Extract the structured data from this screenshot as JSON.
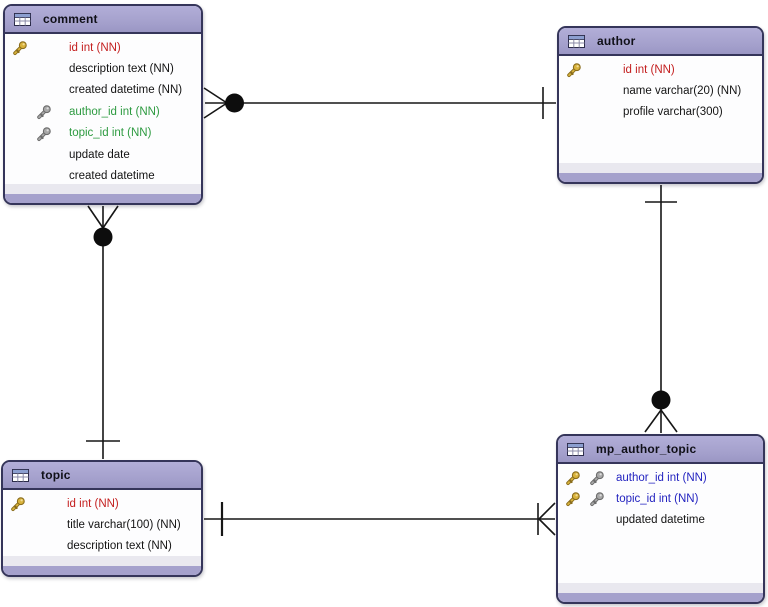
{
  "colors": {
    "header_fill": "#a3a0cb",
    "table_border": "#35355a",
    "footer_gray": "#e9e8ef",
    "footer_purple": "#a5a1cc",
    "connector_line": "#161616",
    "roles": {
      "pk": "#c42020",
      "fk": "#2e9b41",
      "pk_fk": "#2424c0",
      "normal": "#141414"
    },
    "key_gold": "#d9b33c",
    "key_gray": "#a8a8a8"
  },
  "tables": [
    {
      "id": "comment",
      "title": "comment",
      "fields": [
        {
          "label": "id int (NN)",
          "role": "pk",
          "icons": [
            {
              "color": "gold",
              "slot": 0
            }
          ]
        },
        {
          "label": "description text (NN)",
          "role": "normal",
          "icons": []
        },
        {
          "label": "created datetime (NN)",
          "role": "normal",
          "icons": []
        },
        {
          "label": "author_id int (NN)",
          "role": "fk",
          "icons": [
            {
              "color": "gray",
              "slot": 1
            }
          ]
        },
        {
          "label": "topic_id int (NN)",
          "role": "fk",
          "icons": [
            {
              "color": "gray",
              "slot": 1
            }
          ]
        },
        {
          "label": "update date",
          "role": "normal",
          "icons": []
        },
        {
          "label": "created datetime",
          "role": "normal",
          "icons": []
        }
      ]
    },
    {
      "id": "author",
      "title": "author",
      "fields": [
        {
          "label": "id int (NN)",
          "role": "pk",
          "icons": [
            {
              "color": "gold",
              "slot": 0
            }
          ]
        },
        {
          "label": "name varchar(20) (NN)",
          "role": "normal",
          "icons": []
        },
        {
          "label": "profile varchar(300)",
          "role": "normal",
          "icons": []
        }
      ]
    },
    {
      "id": "topic",
      "title": "topic",
      "fields": [
        {
          "label": "id int (NN)",
          "role": "pk",
          "icons": [
            {
              "color": "gold",
              "slot": 0
            }
          ]
        },
        {
          "label": "title varchar(100) (NN)",
          "role": "normal",
          "icons": []
        },
        {
          "label": "description text (NN)",
          "role": "normal",
          "icons": []
        }
      ]
    },
    {
      "id": "mp_author_topic",
      "title": "mp_author_topic",
      "fields": [
        {
          "label": "author_id int (NN)",
          "role": "pk_fk",
          "icons": [
            {
              "color": "gold",
              "slot": 0
            },
            {
              "color": "gray",
              "slot": 1
            }
          ]
        },
        {
          "label": "topic_id int (NN)",
          "role": "pk_fk",
          "icons": [
            {
              "color": "gold",
              "slot": 0
            },
            {
              "color": "gray",
              "slot": 1
            }
          ]
        },
        {
          "label": "updated datetime",
          "role": "normal",
          "icons": []
        }
      ]
    }
  ],
  "relationships": [
    {
      "from": "comment",
      "to": "author",
      "from_marker": "crows-foot-many + solid dot",
      "to_marker": "one-tick"
    },
    {
      "from": "comment",
      "to": "topic",
      "from_marker": "crows-foot-many + solid dot",
      "to_marker": "one-tick"
    },
    {
      "from": "author",
      "to": "mp_author_topic",
      "from_marker": "one-tick",
      "to_marker": "solid dot + crows-foot-many"
    },
    {
      "from": "topic",
      "to": "mp_author_topic",
      "from_marker": "one-tick",
      "to_marker": "one-tick + crows-foot-many"
    }
  ]
}
